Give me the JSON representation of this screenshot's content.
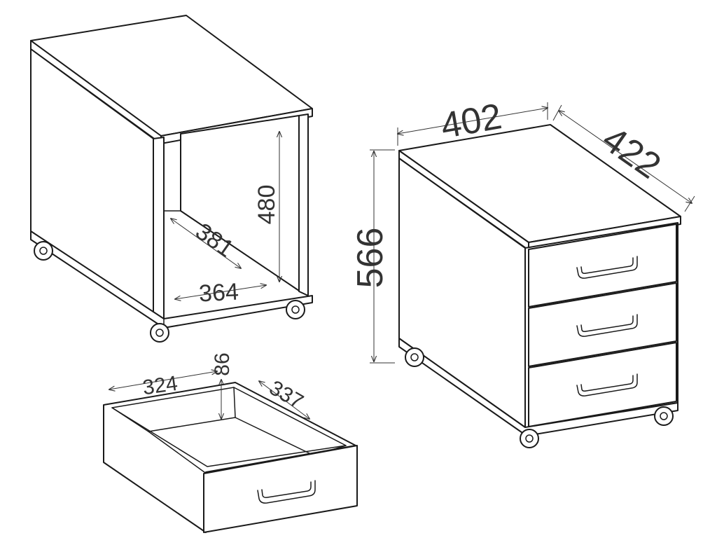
{
  "dimensions": {
    "overall_width": "402",
    "overall_depth": "422",
    "overall_height": "566",
    "interior_height": "480",
    "interior_depth": "381",
    "interior_width": "364",
    "drawer_width": "324",
    "drawer_height": "86",
    "drawer_depth": "337"
  },
  "colors": {
    "line": "#1a1a1a",
    "dimension": "#333333",
    "background": "#ffffff"
  }
}
